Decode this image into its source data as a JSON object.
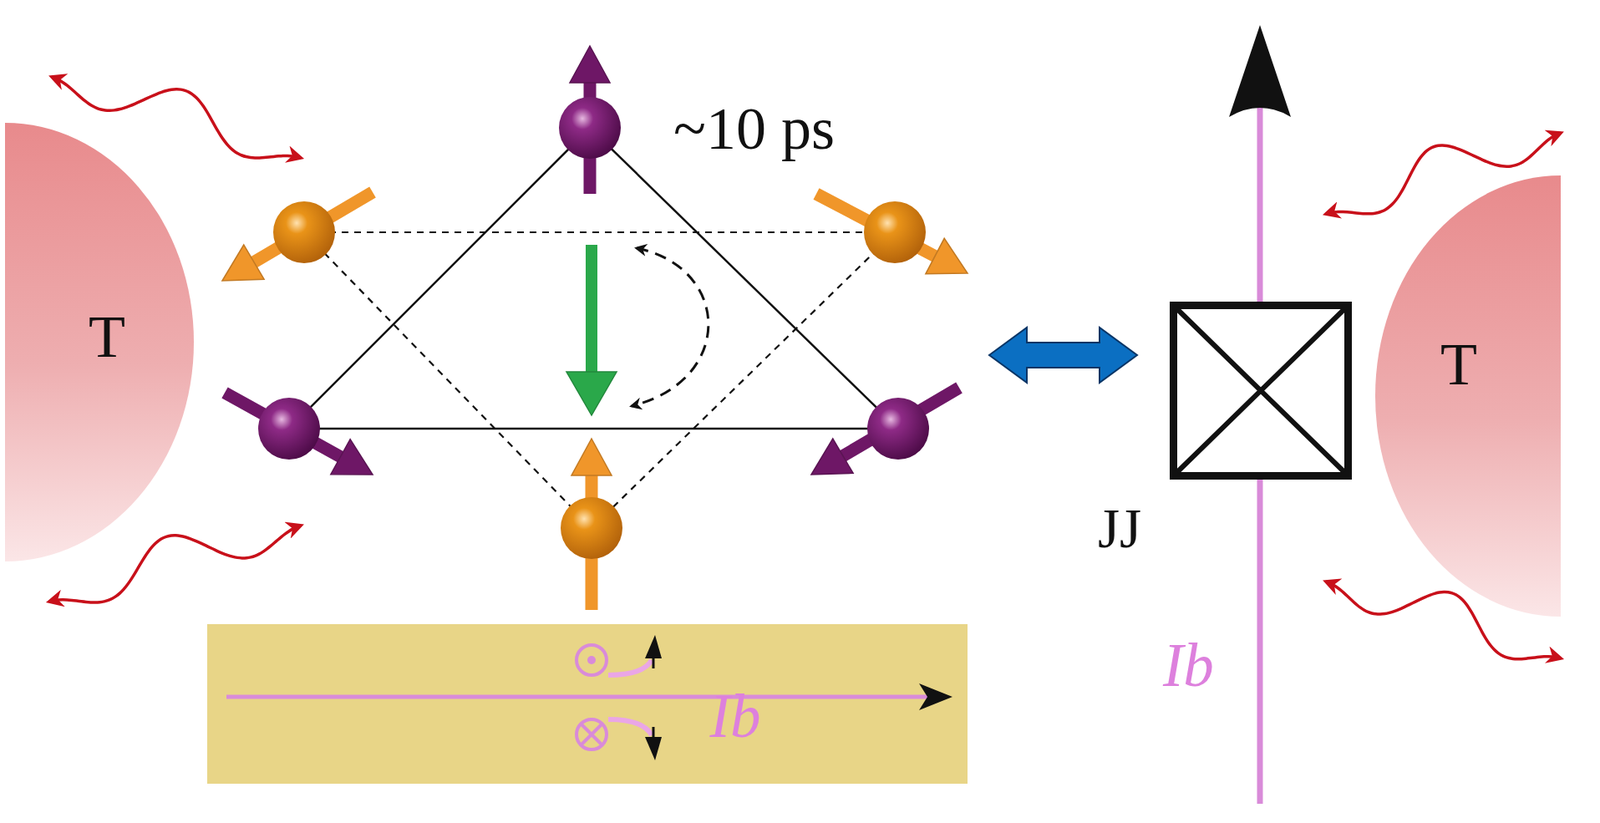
{
  "diagram": {
    "nodes": [
      {
        "text": [
          "T"
        ]
      },
      {
        "text": [
          "Ib"
        ]
      },
      {
        "text": [
          "JJ"
        ]
      },
      {
        "text": [
          "T"
        ]
      }
    ],
    "labels": [
      "~10 ps",
      "Ib"
    ]
  }
}
